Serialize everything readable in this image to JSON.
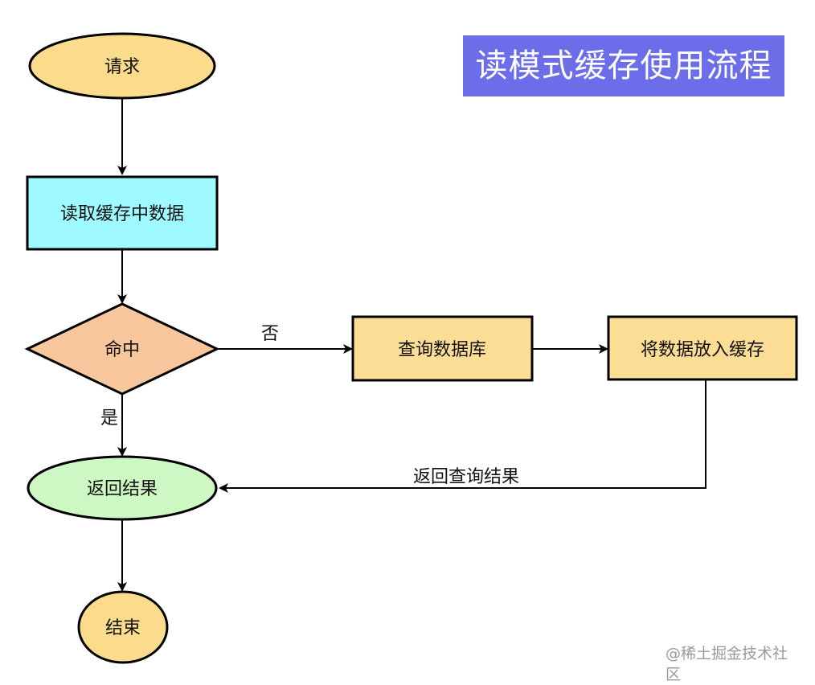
{
  "title": "读模式缓存使用流程",
  "watermark": "@稀土掘金技术社区",
  "nodes": {
    "request": "请求",
    "read_cache": "读取缓存中数据",
    "hit": "命中",
    "query_db": "查询数据库",
    "put_cache": "将数据放入缓存",
    "return_result": "返回结果",
    "end": "结束"
  },
  "edges": {
    "no": "否",
    "yes": "是",
    "return_query": "返回查询结果"
  },
  "colors": {
    "start_end": "#fbdc8c",
    "process_cache": "#9efaff",
    "decision": "#f8c69d",
    "process_db": "#fbdd95",
    "result": "#cdf7c3",
    "title_bg": "#6b6ee8",
    "stroke": "#000000"
  }
}
